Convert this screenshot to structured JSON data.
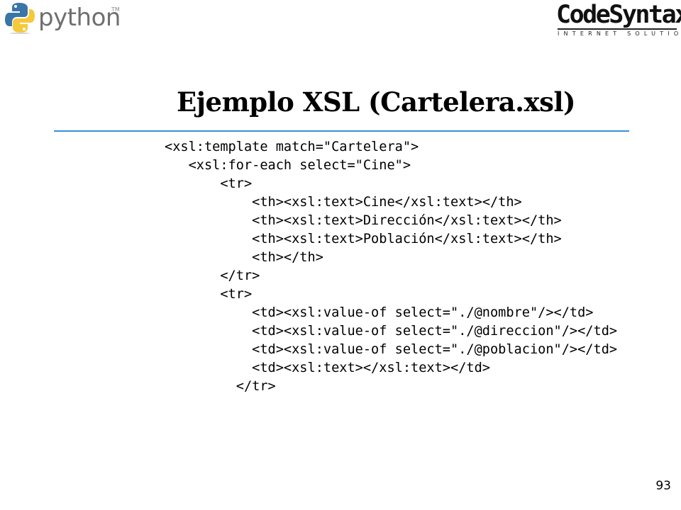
{
  "header": {
    "python_logo": {
      "icon": "python-snakes-icon",
      "wordmark": "python",
      "trademark": "TM",
      "colors": {
        "blue": "#3a75a8",
        "yellow": "#f5c93a",
        "text": "#6f6f6f"
      }
    },
    "codesyntax_logo": {
      "name": "CodeSyntax",
      "tagline": "INTERNET SOLUTIONS"
    }
  },
  "slide": {
    "title": "Ejemplo XSL (Cartelera.xsl)",
    "accent_color": "#3a8fd6",
    "code_lines": [
      "<xsl:template match=\"Cartelera\">",
      "   <xsl:for-each select=\"Cine\">",
      "       <tr>",
      "           <th><xsl:text>Cine</xsl:text></th>",
      "           <th><xsl:text>Dirección</xsl:text></th>",
      "           <th><xsl:text>Población</xsl:text></th>",
      "           <th></th>",
      "       </tr>",
      "       <tr>",
      "           <td><xsl:value-of select=\"./@nombre\"/></td>",
      "           <td><xsl:value-of select=\"./@direccion\"/></td>",
      "           <td><xsl:value-of select=\"./@poblacion\"/></td>",
      "           <td><xsl:text></xsl:text></td>",
      "         </tr>"
    ],
    "page_number": "93"
  }
}
